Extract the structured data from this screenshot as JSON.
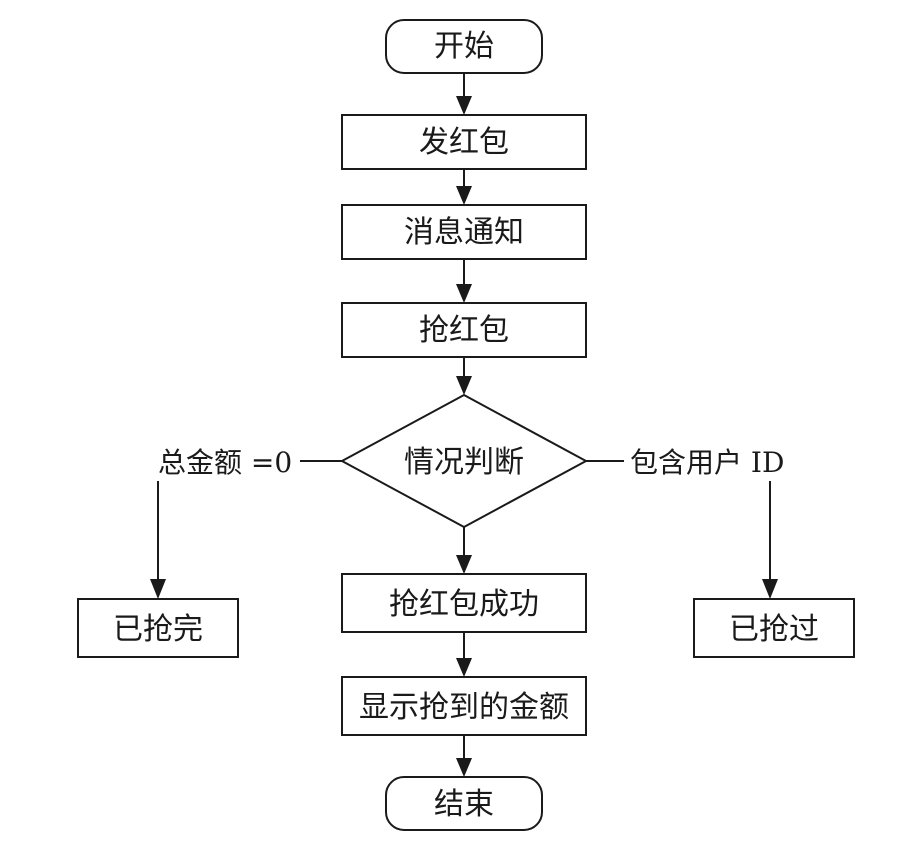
{
  "flowchart": {
    "start": "开始",
    "send_red_packet": "发红包",
    "message_notify": "消息通知",
    "grab_red_packet": "抢红包",
    "condition_check": "情况判断",
    "branch_left_label": "总金额 =0",
    "branch_right_label": "包含用户 ID",
    "already_empty": "已抢完",
    "already_grabbed": "已抢过",
    "grab_success": "抢红包成功",
    "show_amount": "显示抢到的金额",
    "end": "结束"
  }
}
